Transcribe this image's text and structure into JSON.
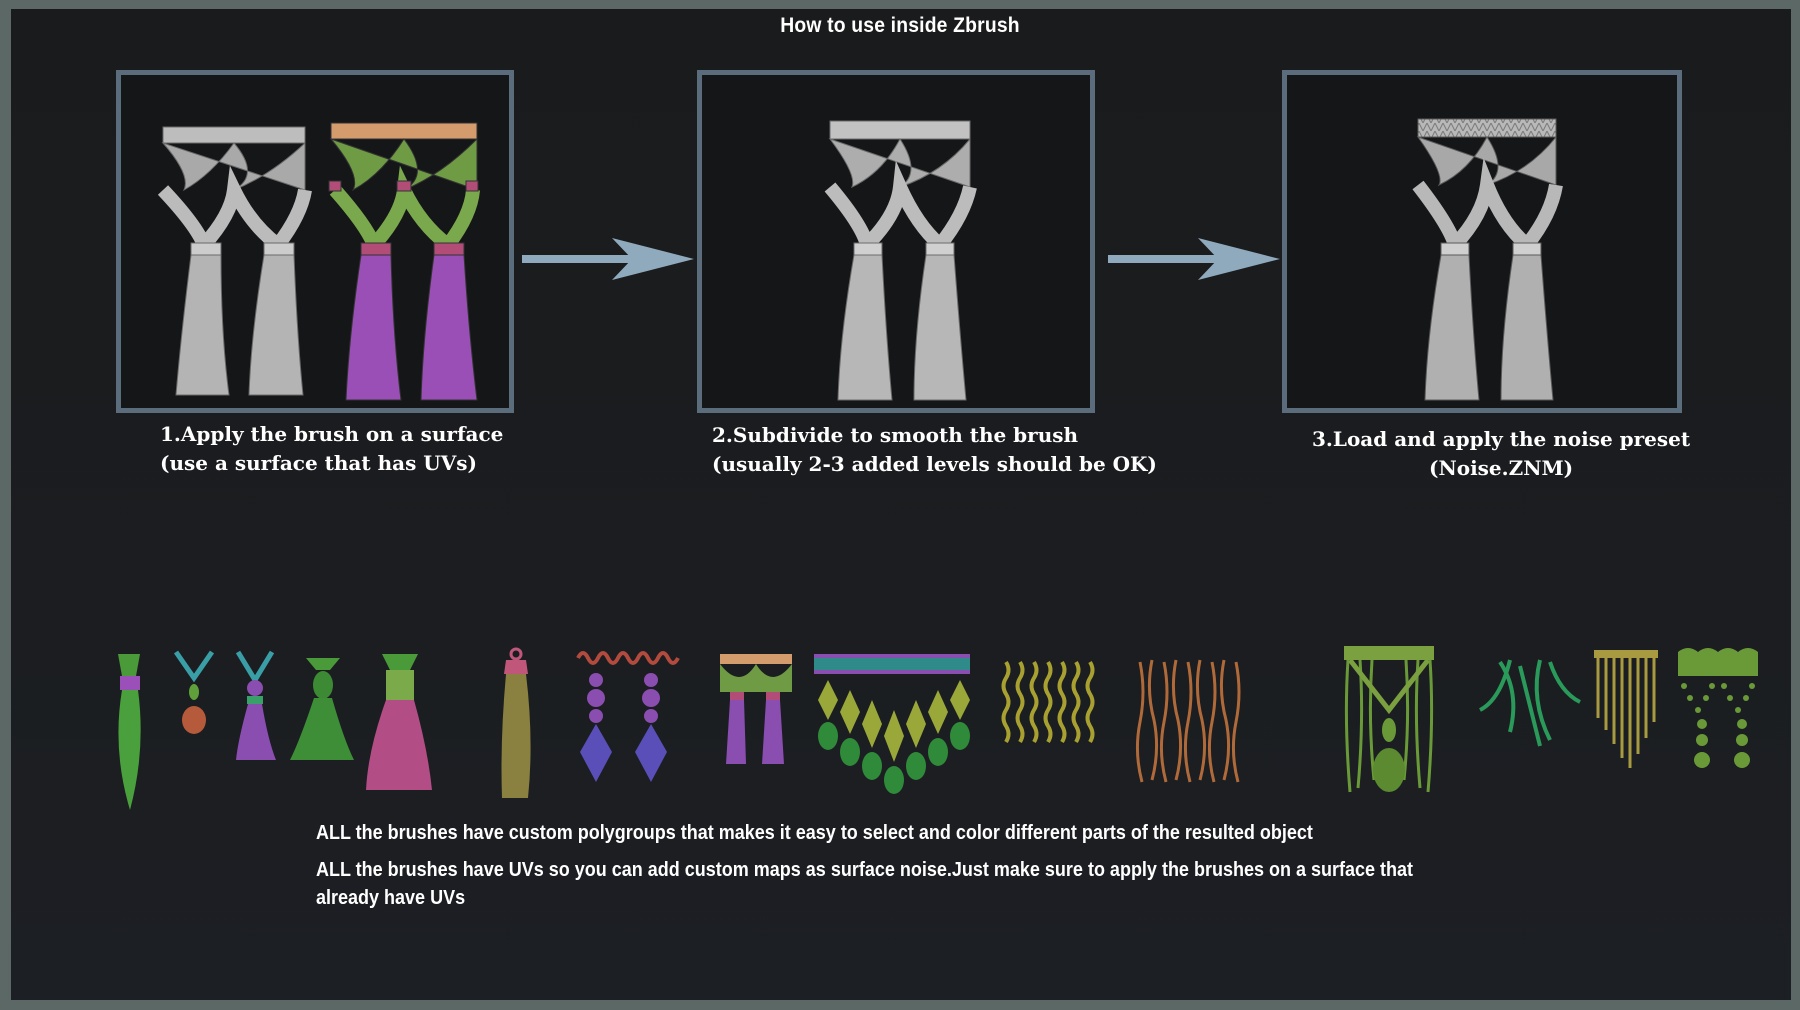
{
  "title": "How to use inside Zbrush",
  "colors": {
    "outer_frame": "#5c6866",
    "background": "#1b1d20",
    "panel_border": "#5b6d7d",
    "arrow": "#8fa9bd",
    "text": "#ffffff"
  },
  "steps": [
    {
      "line1": "1.Apply the brush on a surface",
      "line2": "(use a surface that has UVs)",
      "image": "tassel-curtain-fringe-grey-and-polygroup-colored"
    },
    {
      "line1": "2.Subdivide to smooth the brush",
      "line2": "(usually 2-3 added levels should be OK)",
      "image": "tassel-curtain-fringe-subdivided"
    },
    {
      "line1": "3.Load and apply the noise preset",
      "line2": "(Noise.ZNM)",
      "image": "tassel-curtain-fringe-with-noise"
    }
  ],
  "arrows": [
    "arrow-right",
    "arrow-right"
  ],
  "brush_samples": [
    "green-tassel-purple-band",
    "teal-ribbon-orange-bead-pendant",
    "teal-ribbon-purple-tassel",
    "green-tassel",
    "pink-tassel-green-cap",
    "olive-tassel-pink-cap",
    "red-wave-trim-purple-crystal-drops",
    "polygroup-curtain-fringe",
    "teal-purple-trim-green-crystal-drops",
    "olive-twisted-cord-fringe",
    "brown-wavy-fringe",
    "green-fringe-with-center-tassel",
    "green-loose-cords",
    "olive-straight-fringe",
    "green-scalloped-bead-drops"
  ],
  "notes": [
    "ALL the brushes have custom polygroups that makes it easy to select and color different parts of the resulted object",
    "ALL the brushes have UVs so you can add custom maps as surface noise.Just make sure to apply the brushes on a surface that",
    "already have UVs"
  ]
}
